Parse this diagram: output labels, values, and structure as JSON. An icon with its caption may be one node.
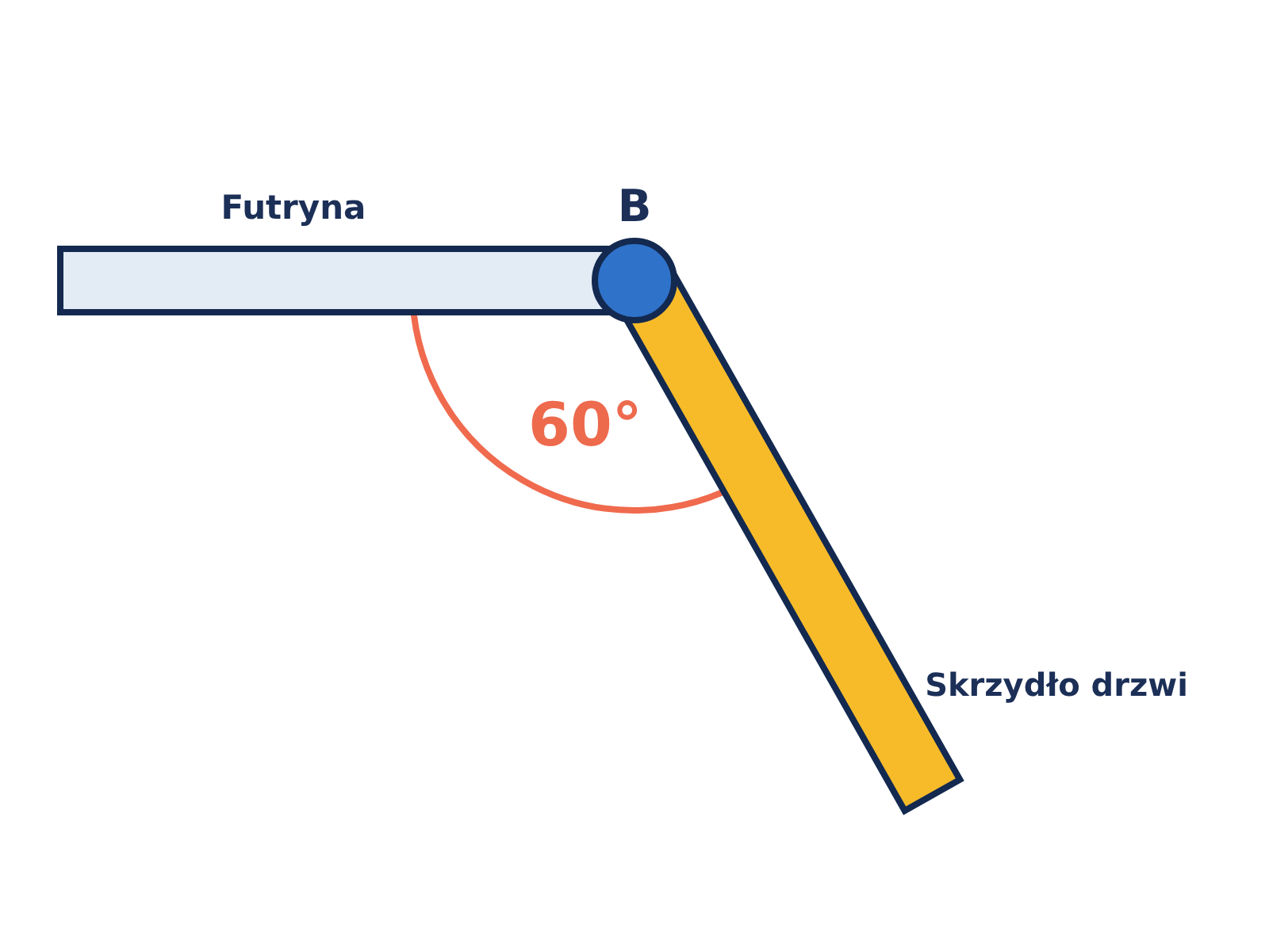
{
  "diagram": {
    "labels": [
      "Futryna",
      "B",
      "60°",
      "Skrzydło drzwi"
    ]
  }
}
